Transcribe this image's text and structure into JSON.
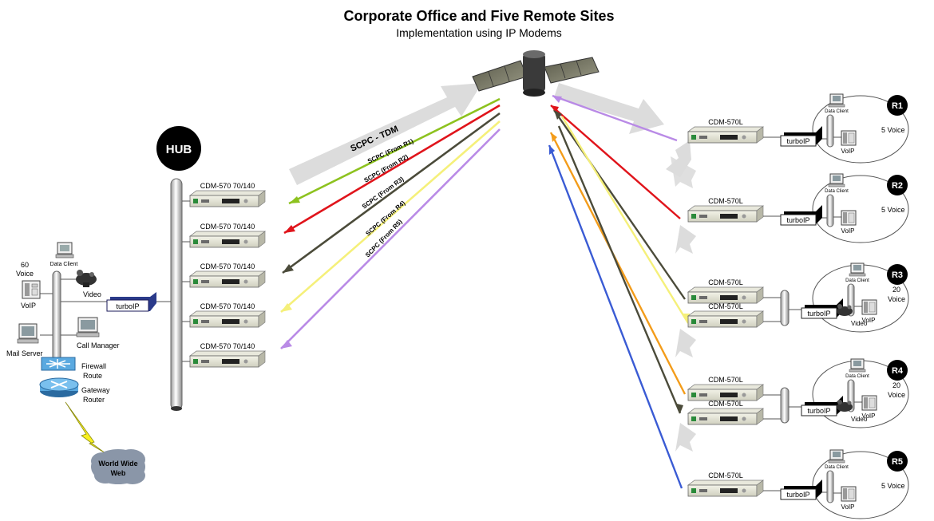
{
  "title": "Corporate Office and Five Remote Sites",
  "subtitle": "Implementation using IP Modems",
  "hub": {
    "label": "HUB",
    "modems": [
      "CDM-570 70/140",
      "CDM-570 70/140",
      "CDM-570 70/140",
      "CDM-570 70/140",
      "CDM-570 70/140"
    ]
  },
  "corporate": {
    "voice_count": "60",
    "voice_label": "Voice",
    "voip_label": "VoIP",
    "data_client_label": "Data Client",
    "video_label": "Video",
    "turboip_label": "turboIP",
    "call_manager_label": "Call Manager",
    "mail_server_label": "Mail Server",
    "firewall_line1": "Firewall",
    "firewall_line2": "Route",
    "gateway_line1": "Gateway",
    "gateway_line2": "Router",
    "cloud_line1": "World Wide",
    "cloud_line2": "Web"
  },
  "links": {
    "outbound": "SCPC - TDM",
    "returns": [
      "SCPC (From R1)",
      "SCPC (From R2)",
      "SCPC (From R3)",
      "SCPC (From R4)",
      "SCPC (From R5)"
    ],
    "colors": [
      "#8dc21f",
      "#e0141b",
      "#4b4b3a",
      "#f5f07a",
      "#b98ae6"
    ],
    "remote_colors": [
      "#b98ae6",
      "#e0141b",
      "#4b4b3a",
      "#f5f07a",
      "#f39c1a",
      "#3a5bd4"
    ]
  },
  "remotes": [
    {
      "id": "R1",
      "modems": [
        "CDM-570L"
      ],
      "voice": "5 Voice",
      "video": false,
      "data_client": "Data Client",
      "voip": "VoIP",
      "turboip": "turboIP"
    },
    {
      "id": "R2",
      "modems": [
        "CDM-570L"
      ],
      "voice": "5 Voice",
      "video": false,
      "data_client": "Data Client",
      "voip": "VoIP",
      "turboip": "turboIP"
    },
    {
      "id": "R3",
      "modems": [
        "CDM-570L",
        "CDM-570L"
      ],
      "voice_count": "20",
      "voice_label": "Voice",
      "video": "Video",
      "data_client": "Data Client",
      "voip": "VoIP",
      "turboip": "turboIP"
    },
    {
      "id": "R4",
      "modems": [
        "CDM-570L",
        "CDM-570L"
      ],
      "voice_count": "20",
      "voice_label": "Voice",
      "video": "Video",
      "data_client": "Data Client",
      "voip": "VoIP",
      "turboip": "turboIP"
    },
    {
      "id": "R5",
      "modems": [
        "CDM-570L"
      ],
      "voice": "5 Voice",
      "video": false,
      "data_client": "Data Client",
      "voip": "VoIP",
      "turboip": "turboIP"
    }
  ]
}
